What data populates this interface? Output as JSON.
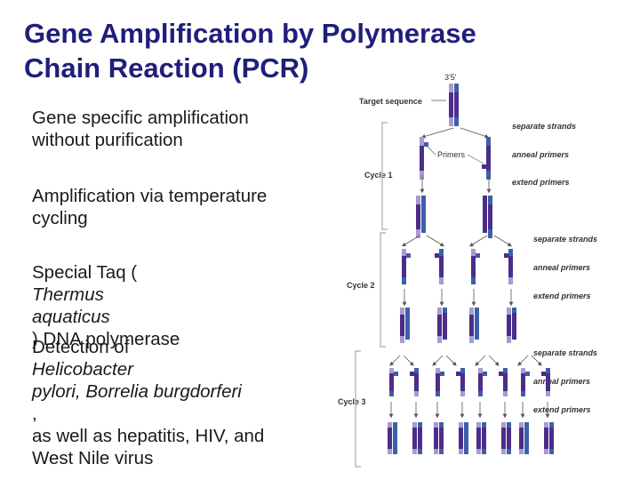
{
  "title": {
    "line1": "Gene Amplification by Polymerase",
    "line2": "Chain Reaction (PCR)"
  },
  "bullets": [
    {
      "lines": [
        [
          {
            "t": "Gene specific amplification"
          }
        ],
        [
          {
            "t": "without purification"
          }
        ]
      ]
    },
    {
      "lines": [
        [
          {
            "t": "Amplification via temperature"
          }
        ],
        [
          {
            "t": "cycling"
          }
        ]
      ]
    },
    {
      "lines": [
        [
          {
            "t": "Special Taq ("
          },
          {
            "t": "Thermus",
            "i": true
          }
        ],
        [
          {
            "t": "aquaticus",
            "i": true
          },
          {
            "t": ") DNA polymerase"
          }
        ]
      ]
    },
    {
      "lines": [
        [
          {
            "t": "Detection of "
          },
          {
            "t": "Helicobacter",
            "i": true
          }
        ],
        [
          {
            "t": "pylori, Borrelia burgdorferi",
            "i": true
          },
          {
            "t": ","
          }
        ],
        [
          {
            "t": "as well as hepatitis, HIV, and"
          }
        ],
        [
          {
            "t": "West Nile virus"
          }
        ]
      ]
    }
  ],
  "diagram": {
    "top_label": "3'5'",
    "target_label": "Target sequence",
    "primers_label": "Primers",
    "cycle_labels": [
      "Cycle 1",
      "Cycle 2",
      "Cycle 3"
    ],
    "step_labels": {
      "separate": "separate strands",
      "anneal": "anneal primers",
      "extend": "extend primers"
    },
    "colors": {
      "strand_dark": "#4b2d8a",
      "strand_blue": "#3c5fa8",
      "strand_light": "#a79bd1",
      "bracket": "#aaaaaa",
      "arrow": "#555555"
    }
  }
}
